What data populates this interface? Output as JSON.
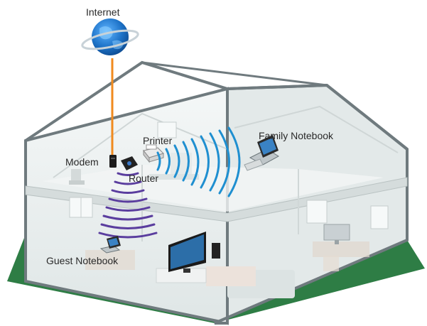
{
  "labels": {
    "internet": "Internet",
    "printer": "Printer",
    "modem": "Modem",
    "router": "Router",
    "family_notebook": "Family Notebook",
    "guest_notebook": "Guest Notebook"
  },
  "colors": {
    "ground": "#2e7d45",
    "house_outline": "#6f7a7e",
    "wall": "#e9eeee",
    "cable": "#f08a1e",
    "wave_blue": "#1f8fd0",
    "wave_purple": "#5a3d9e",
    "globe": "#1e73c8"
  },
  "icons": {
    "globe": "globe-icon",
    "modem": "modem-icon",
    "router": "router-icon",
    "printer": "printer-icon",
    "laptop": "laptop-icon",
    "tv": "tv-icon"
  }
}
